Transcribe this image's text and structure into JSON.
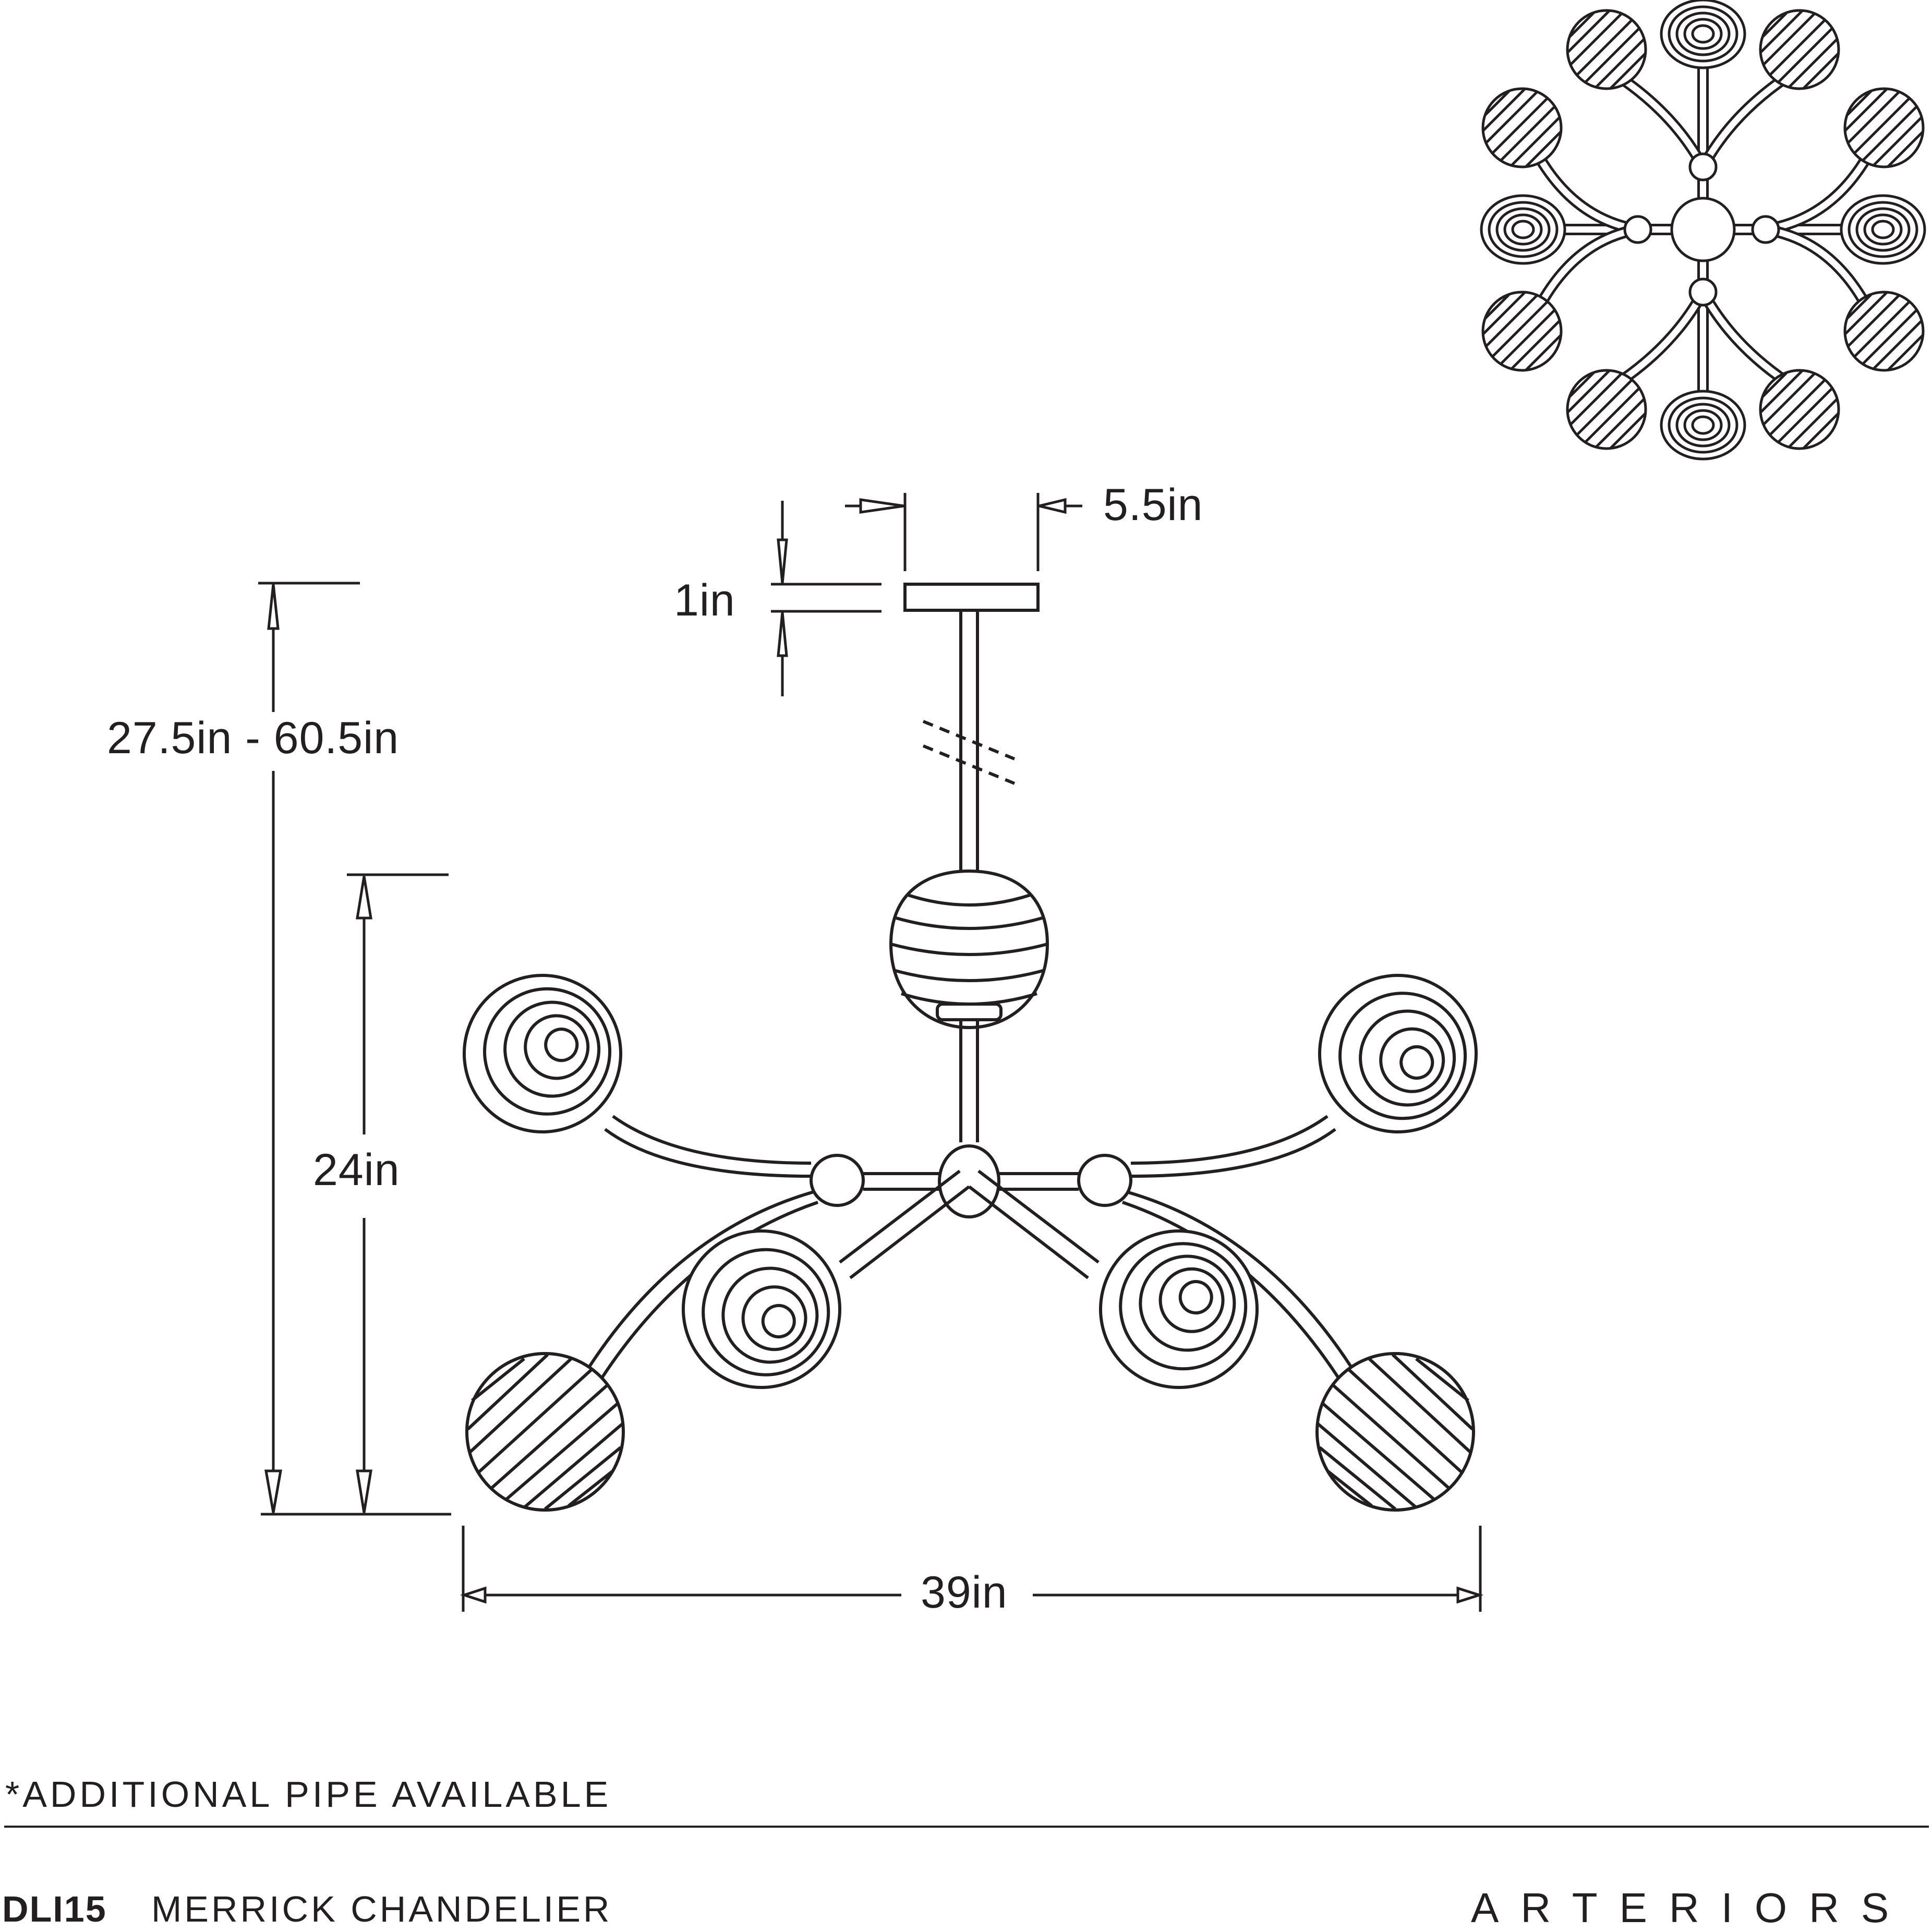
{
  "product": {
    "code": "DLI15",
    "name": "MERRICK CHANDELIER",
    "brand": "ARTERIORS"
  },
  "note": "*ADDITIONAL PIPE AVAILABLE",
  "dimensions": {
    "canopy_width": "5.5in",
    "canopy_height": "1in",
    "overall_height": "27.5in - 60.5in",
    "fixture_height": "24in",
    "fixture_width": "39in"
  },
  "views": {
    "front": "front-elevation",
    "top": "plan-view"
  },
  "colors": {
    "line": "#231f20",
    "background": "#ffffff"
  }
}
